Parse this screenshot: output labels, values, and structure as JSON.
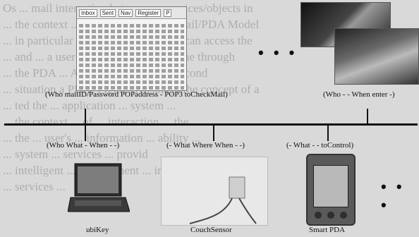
{
  "background_text": [
    "Os ... mail interaction between ... services/objects in",
    "... the context ... of the ... object via Mail/PDA Model",
    "... in particular ... the example ... user can access the",
    "... and ... a user can observe ... the scene through",
    "... the PDA ... A ... situations and ... second",
    "... situation a PDA. Figure 5 displays the concept of a",
    "... ted the ... application ... system ...",
    "... the context ... of ... interaction ... the",
    "... the ... user's ... information ... ability ...",
    "... system ... services ... provid",
    "... intelligent ... environment ... int",
    "... services ..."
  ],
  "mail_window": {
    "toolbar": [
      "Inbox",
      "Sent",
      "Nav",
      "Register",
      "P"
    ]
  },
  "ellipsis_top": "• • •",
  "ellipsis_bottom": "• • •",
  "labels": {
    "top_left": "(Who mailID/Password POPaddress - POP3 toCheckMail)",
    "top_right": "(Who - - When enter -)",
    "mid1": "(Who What - When - -)",
    "mid2": "(- What Where When - -)",
    "mid3": "(- What - - toControl)"
  },
  "captions": {
    "c1": "ubiKey",
    "c2": "CouchSensor",
    "c3": "Smart PDA"
  }
}
